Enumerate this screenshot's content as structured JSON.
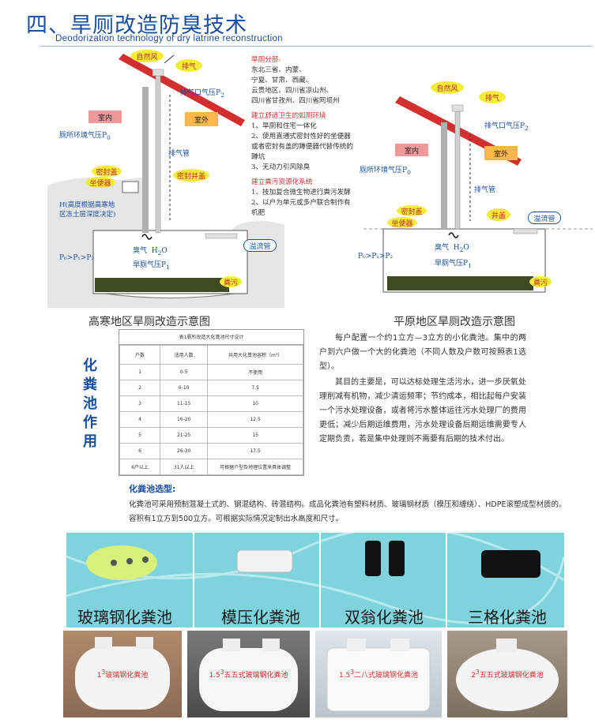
{
  "header": {
    "title": "四、旱厕改造防臭技术",
    "subtitle": "Deodorization technology of dry latrine reconstruction"
  },
  "left_diagram": {
    "labels": {
      "natural_wind": "自然风",
      "exhaust": "排气",
      "exhaust_pressure": "排气口气压P",
      "exhaust_pressure_sub": "2",
      "indoor": "室内",
      "outdoor": "室外",
      "toilet_pressure": "厕所环境气压P",
      "toilet_pressure_sub": "0",
      "exhaust_pipe": "排气管",
      "seal_cover": "密封盖",
      "toilet_seat": "坐便器",
      "seal_well_cover": "密封井盖",
      "frost_note_1": "H(高度根据高寒地",
      "frost_note_2": "区冻土层深度决定)",
      "overflow_pipe": "溢流管",
      "odor": "臭气",
      "h2o": "H",
      "h2o_sub": "2",
      "h2o_tail": "O",
      "pressure_rel": "P₀>P₁>P₂",
      "latrine_pressure": "旱厕气压P",
      "latrine_pressure_sub": "1",
      "manure": "粪污"
    },
    "caption": "高寒地区旱厕改造示意图"
  },
  "notes": {
    "distribution_title": "旱厕分部:",
    "distribution_lines": [
      "东北三省、内蒙、",
      "宁夏、甘肃、西藏、",
      "云贵地区、四川省凉山州、",
      "四川省甘孜州、四川省阿坝州"
    ],
    "env_title": "建立舒适卫生的如厕环境",
    "env_lines": [
      "1、旱厕和住宅一体化",
      "2、使用直通式密封性好的坐便器",
      "或者密封有盖的蹲便器代替传统的",
      "蹲坑",
      "3、无动力引风除臭"
    ],
    "eco_title": "建立粪污资源化系统",
    "eco_lines": [
      "1、技加复合微生物进行粪污发酵",
      "2、以户为单元或多户联合制作有",
      "机肥"
    ]
  },
  "right_diagram": {
    "labels": {
      "natural_wind": "自然风",
      "exhaust": "排气",
      "exhaust_pressure": "排气口气压P",
      "exhaust_pressure_sub": "2",
      "indoor": "室内",
      "outdoor": "室外",
      "toilet_pressure": "厕所环境气压P",
      "toilet_pressure_sub": "0",
      "exhaust_pipe": "排气管",
      "seal_cover": "密封盖",
      "toilet_seat": "坐便器",
      "well_cover": "井盖",
      "overflow_pipe": "溢流管",
      "odor": "臭气",
      "h2o": "H",
      "h2o_sub": "2",
      "h2o_tail": "O",
      "pressure_rel": "P₀>P₁>P₂",
      "latrine_pressure": "旱厕气压P",
      "latrine_pressure_sub": "1",
      "manure": "粪污"
    },
    "caption": "平原地区旱厕改造示意图"
  },
  "vertical_title": [
    "化",
    "粪",
    "池",
    "作",
    "用"
  ],
  "table": {
    "title": "表1厕所改造大化粪池尺寸设计",
    "headers": [
      "户数",
      "适用人数",
      "共用大化粪池容积（m³）"
    ],
    "rows": [
      [
        "1",
        "0-5",
        "不使用"
      ],
      [
        "2",
        "6-10",
        "7.5"
      ],
      [
        "3",
        "11-15",
        "10"
      ],
      [
        "4",
        "16-20",
        "12.5"
      ],
      [
        "5",
        "21-25",
        "15"
      ],
      [
        "6",
        "26-30",
        "17.5"
      ],
      [
        "6户以上",
        "31人以上",
        "可根据户型及地理位置来具体调整"
      ]
    ]
  },
  "paragraphs": [
    "每户配置一个约1立方—3立方的小化粪池。集中的两户到六户做一个大的化粪池（不同人数及户数可按照表1选型）。",
    "其目的主要是，可以达标处理生活污水，进一步厌氧处理削减有机物，减少清运频率；节约成本，相比起每户安装一个污水处理设备，或者将污水整体运往污水处理厂的费用更低；减少后期运维费用，污水处理设备后期运维需要专人定期负责，若是集中处理则不需要有后期的技术付出。"
  ],
  "selection": {
    "title": "化粪池选型:",
    "body": "化粪池可采用预制混凝土式的、钢混结构、砖混结构。成品化粪池有塑料材质、玻璃钢材质（模压和缠绕）、HDPE滚塑成型材质的。容积有1立方到500立方。可根据实际情况定制出水高度和尺寸。"
  },
  "gallery": [
    "玻璃钢化粪池",
    "模压化粪池",
    "双翁化粪池",
    "三格化粪池"
  ],
  "photos": [
    {
      "num": "1",
      "sup": "3",
      "text": "玻璃钢化粪池"
    },
    {
      "num": "1.5",
      "sup": "3",
      "text": "五五式玻璃钢化粪池"
    },
    {
      "num": "1.5",
      "sup": "3",
      "text": "二八式玻璃钢化粪池"
    },
    {
      "num": "2",
      "sup": "3",
      "text": "五五式玻璃钢化粪池"
    }
  ],
  "colors": {
    "accent": "#1a4fa0",
    "note_red": "#d32f2f",
    "label_yellow": "#f5ec3a",
    "indoor_pink": "#ef9a9a",
    "outdoor_orange": "#ffb74d",
    "roof_red": "#d32f2f",
    "gallery_bg": "#7fd3dc"
  }
}
